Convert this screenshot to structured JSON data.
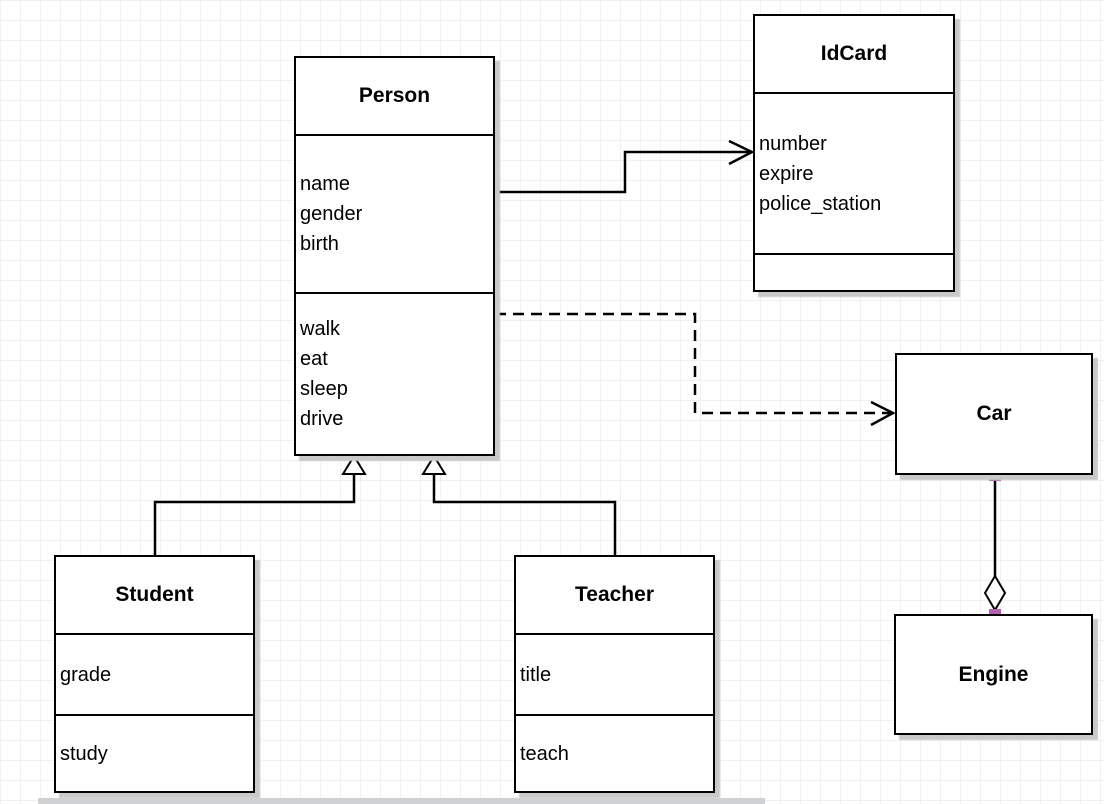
{
  "diagram": {
    "classes": {
      "person": {
        "title": "Person",
        "attributes": [
          "name",
          "gender",
          "birth"
        ],
        "methods": [
          "walk",
          "eat",
          "sleep",
          "drive"
        ]
      },
      "idcard": {
        "title": "IdCard",
        "attributes": [
          "number",
          "expire",
          "police_station"
        ],
        "methods": []
      },
      "car": {
        "title": "Car"
      },
      "engine": {
        "title": "Engine"
      },
      "student": {
        "title": "Student",
        "attributes": [
          "grade"
        ],
        "methods": [
          "study"
        ]
      },
      "teacher": {
        "title": "Teacher",
        "attributes": [
          "title"
        ],
        "methods": [
          "teach"
        ]
      }
    },
    "relationships": [
      {
        "from": "Person",
        "to": "IdCard",
        "type": "association",
        "line": "solid",
        "arrowhead": "open"
      },
      {
        "from": "Person",
        "to": "Car",
        "type": "dependency",
        "line": "dashed",
        "arrowhead": "open"
      },
      {
        "from": "Student",
        "to": "Person",
        "type": "generalization",
        "line": "solid",
        "arrowhead": "hollow-triangle"
      },
      {
        "from": "Teacher",
        "to": "Person",
        "type": "generalization",
        "line": "solid",
        "arrowhead": "hollow-triangle"
      },
      {
        "from": "Car",
        "to": "Engine",
        "type": "aggregation",
        "line": "solid",
        "marker": "hollow-diamond"
      }
    ],
    "colors": {
      "box_border": "#000000",
      "box_fill": "#ffffff",
      "shadow": "#c9c9c9",
      "selection_handle": "#b562ae",
      "grid_line": "#f1f1f3",
      "background": "#ffffff"
    }
  }
}
